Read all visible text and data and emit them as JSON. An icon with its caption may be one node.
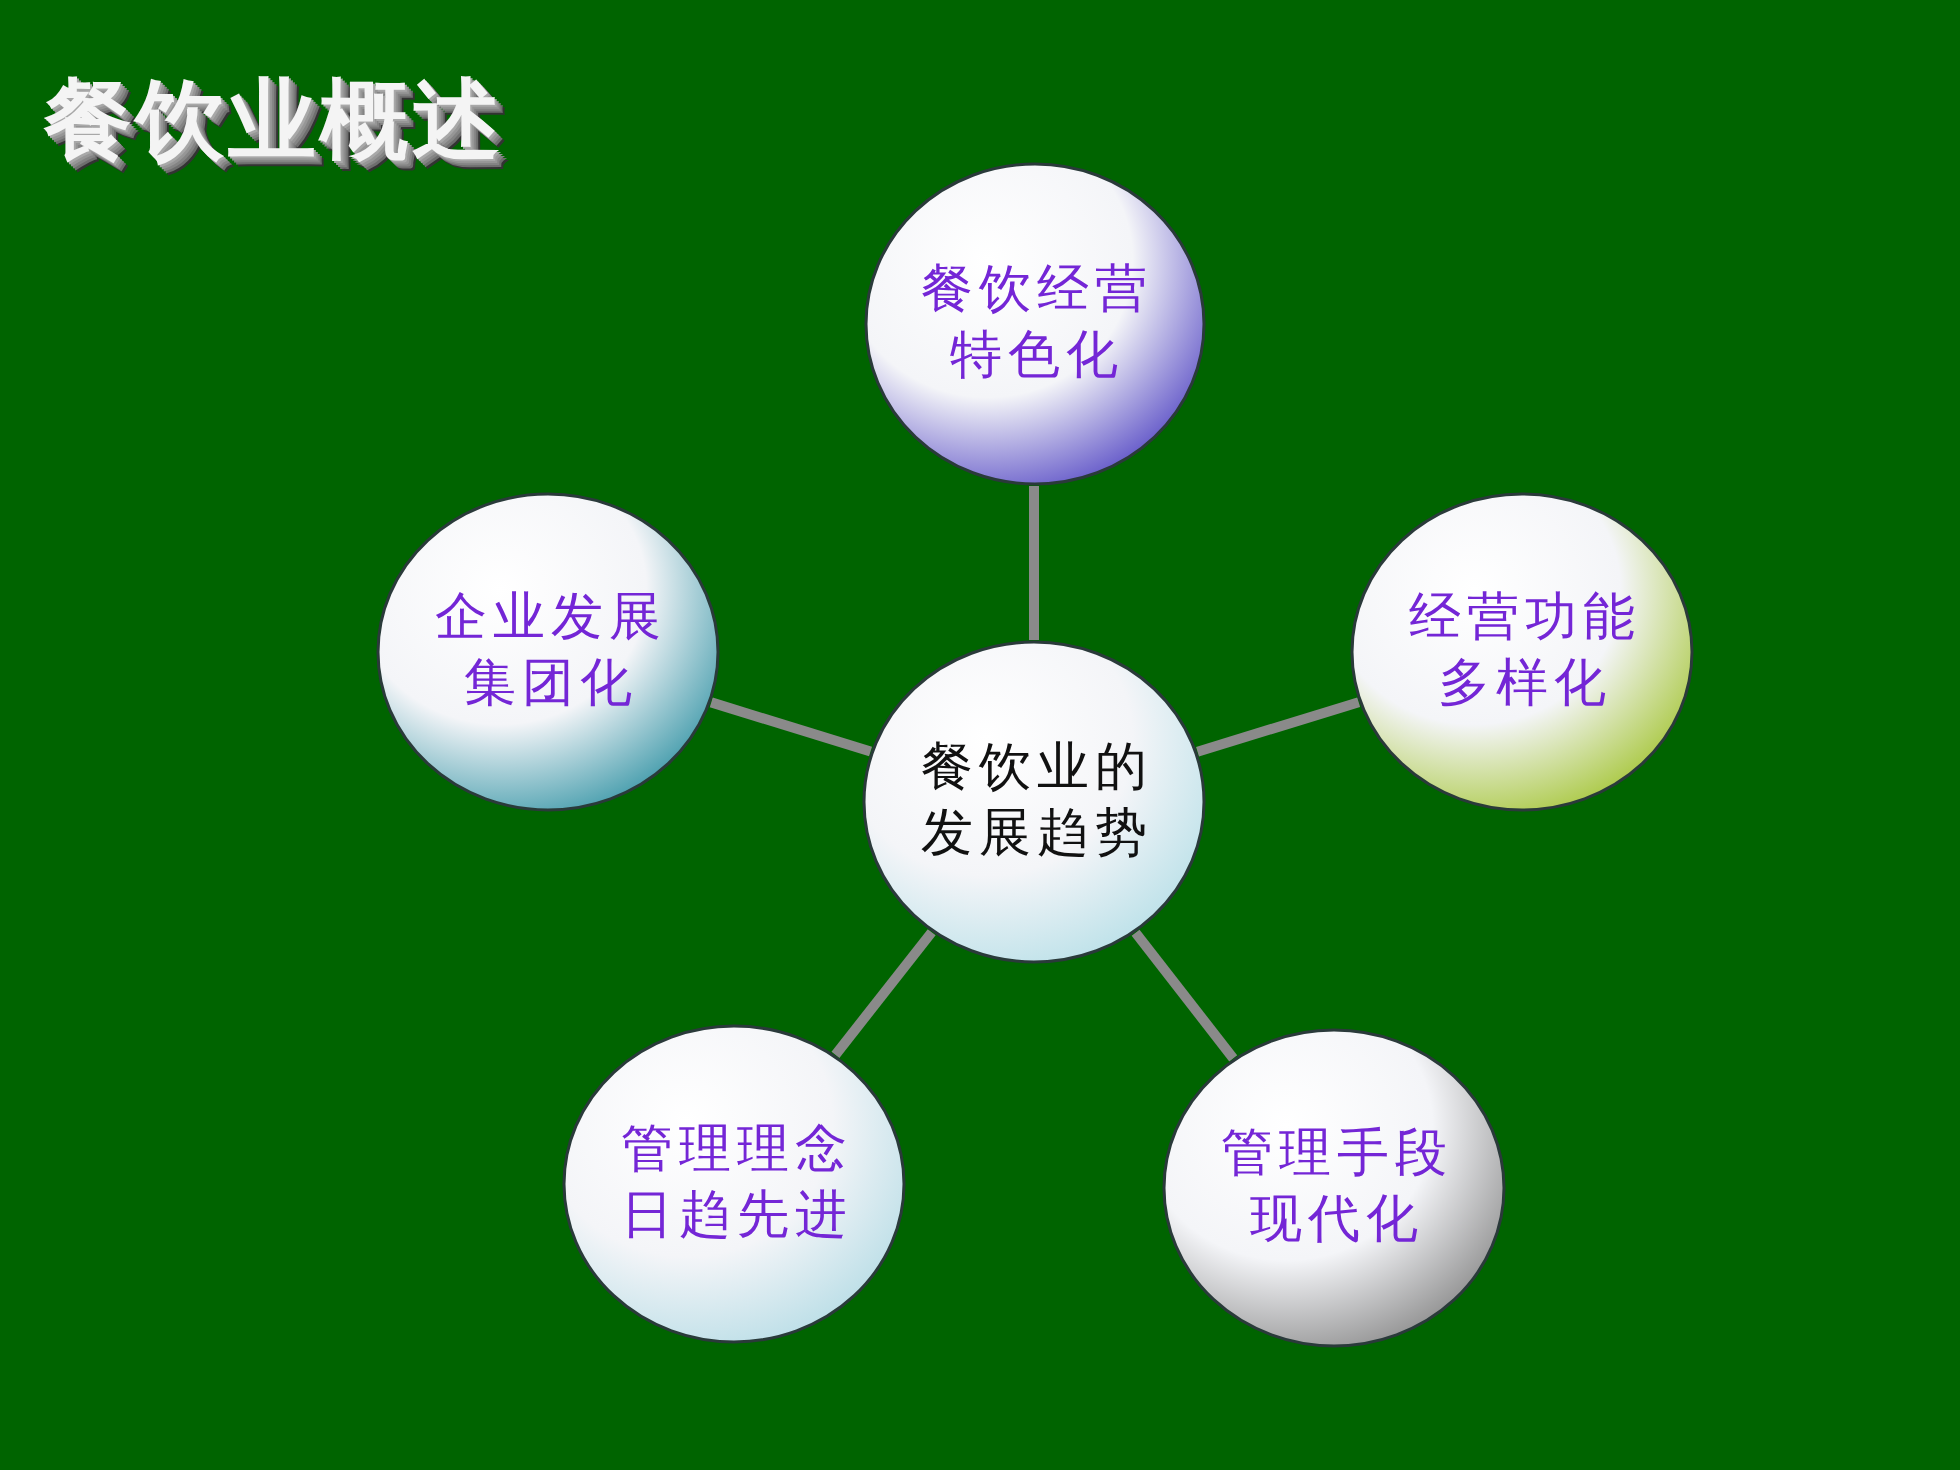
{
  "diagram": {
    "title": "餐饮业概述",
    "nodes": [
      {
        "text": [
          "餐饮经营特色化"
        ]
      },
      {
        "text": [
          "企业发展集团化"
        ]
      },
      {
        "text": [
          "经营功能多样化"
        ]
      },
      {
        "text": [
          "餐饮业的发展趋势"
        ]
      },
      {
        "text": [
          "管理理念日趋先进"
        ]
      },
      {
        "text": [
          "管理手段现代化"
        ]
      }
    ],
    "edges": [
      {
        "from": 3,
        "to": 0,
        "arrow": "none"
      },
      {
        "from": 3,
        "to": 1,
        "arrow": "none"
      },
      {
        "from": 3,
        "to": 2,
        "arrow": "none"
      },
      {
        "from": 3,
        "to": 4,
        "arrow": "none"
      },
      {
        "from": 3,
        "to": 5,
        "arrow": "none"
      }
    ]
  }
}
